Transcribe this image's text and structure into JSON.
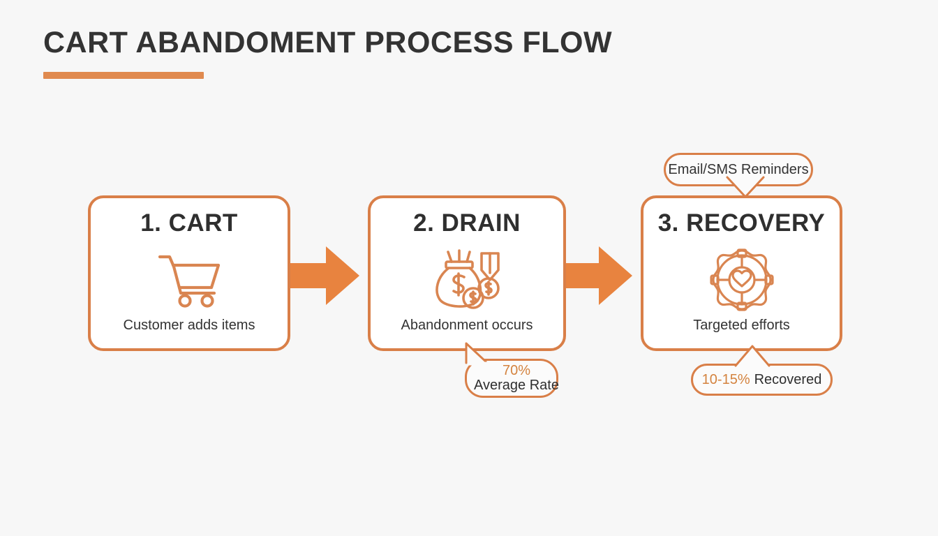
{
  "header": {
    "title": "CART ABANDOMENT PROCESS FLOW",
    "accent_color": "#e08a4f"
  },
  "theme": {
    "background": "#f7f7f7",
    "orange": "#d97f48",
    "arrow_orange": "#e8833f",
    "text_dark": "#333333",
    "card_fill": "#ffffff"
  },
  "flow": {
    "steps": [
      {
        "title": "1. CART",
        "caption": "Customer adds items",
        "icon": "shopping-cart-icon"
      },
      {
        "title": "2. DRAIN",
        "caption": "Abandonment occurs",
        "icon": "money-bag-down-arrow-icon"
      },
      {
        "title": "3. RECOVERY",
        "caption": "Targeted efforts",
        "icon": "life-ring-heart-icon"
      }
    ],
    "connectors": [
      {
        "icon": "right-arrow-icon"
      },
      {
        "icon": "right-arrow-icon"
      }
    ]
  },
  "callouts": {
    "reminders": {
      "text": "Email/SMS Reminders"
    },
    "average_rate": {
      "value": "70%",
      "label": "Average Rate"
    },
    "recovered": {
      "value": "10-15%",
      "label": "Recovered"
    }
  }
}
